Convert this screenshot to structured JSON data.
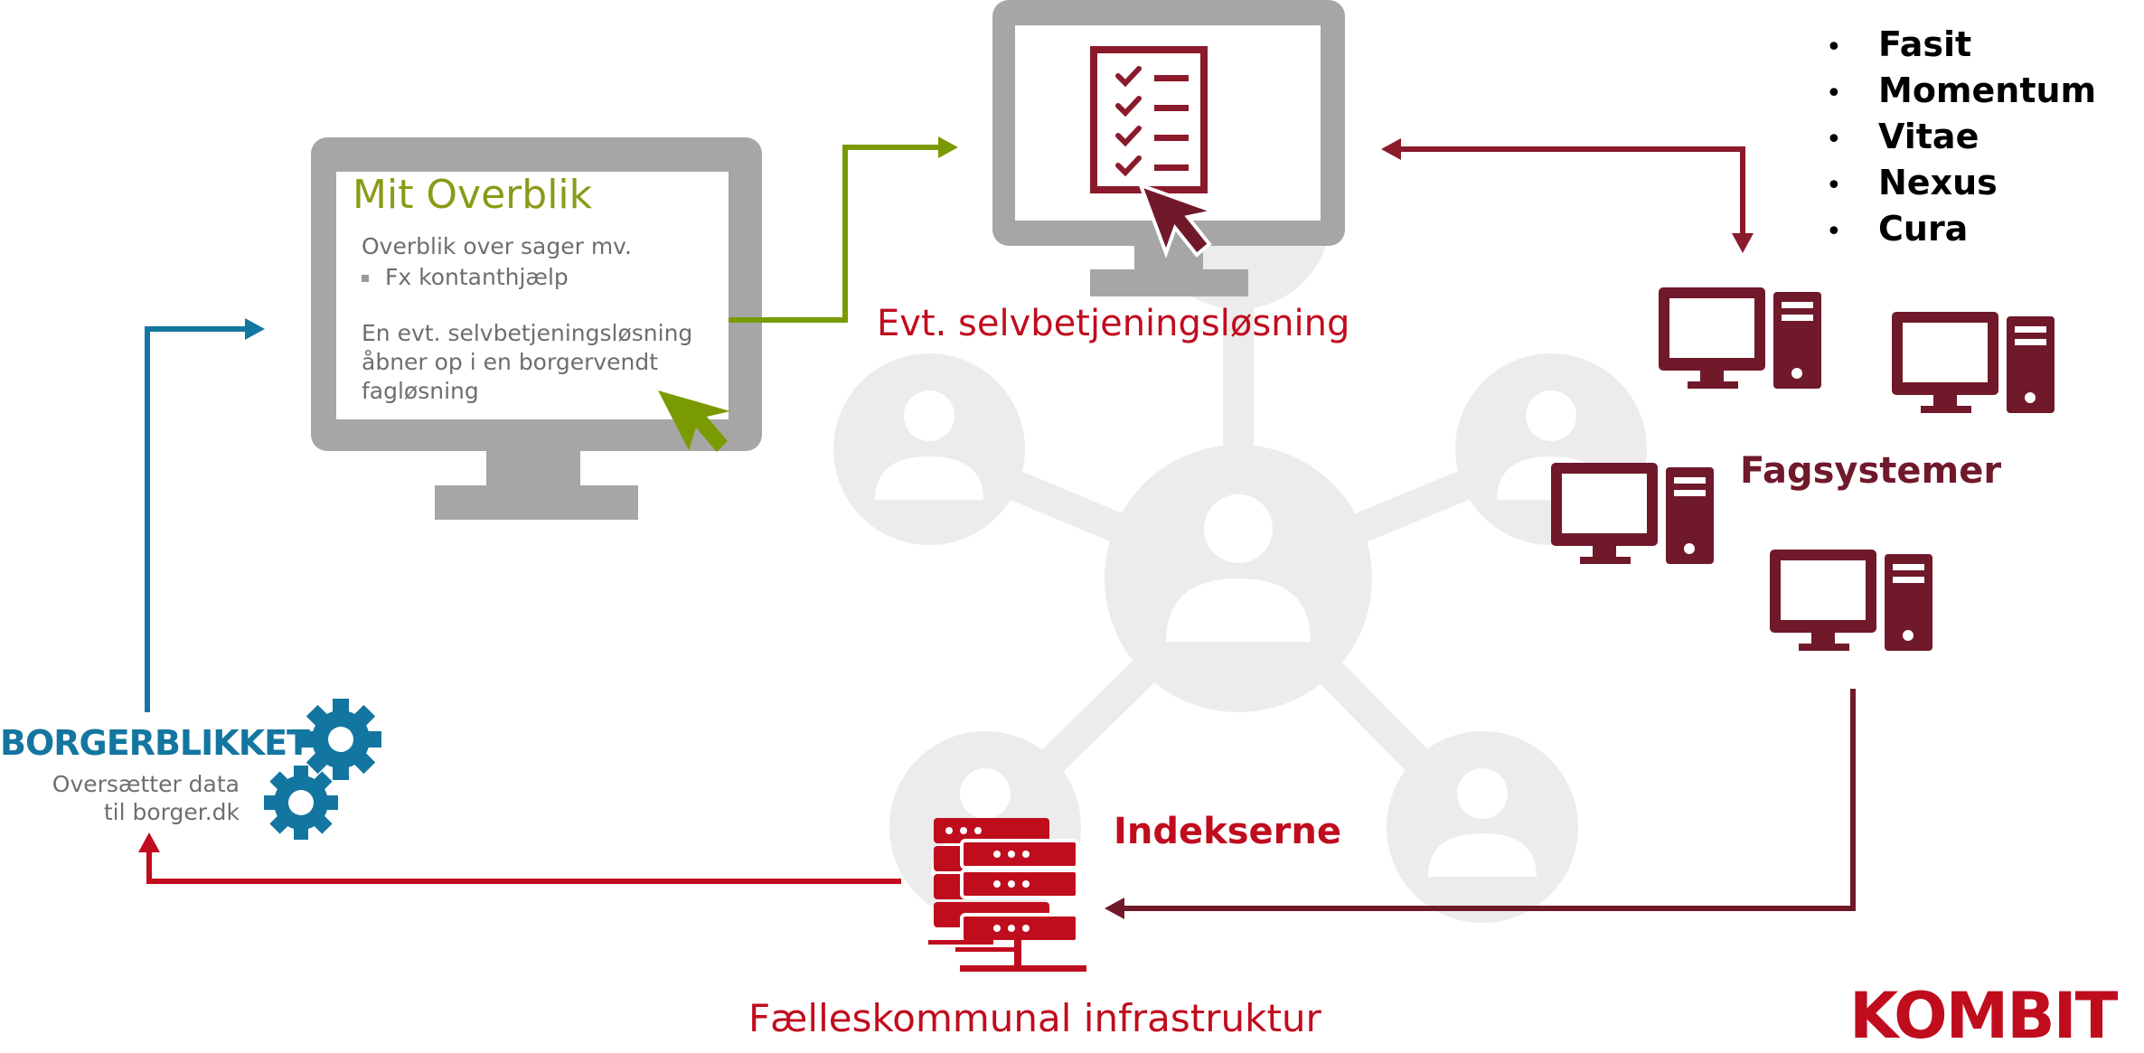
{
  "mit_overblik": {
    "title": "Mit Overblik",
    "line1": "Overblik over sager mv.",
    "bullet": "Fx kontanthjælp",
    "line2": "En evt. selvbetjeningsløsning",
    "line3": "åbner op i en borgervendt",
    "line4": "fagløsning"
  },
  "selvbetjening_label": "Evt. selvbetjeningsløsning",
  "fagsystemer": {
    "label": "Fagsystemer",
    "list": [
      "Fasit",
      "Momentum",
      "Vitae",
      "Nexus",
      "Cura"
    ]
  },
  "indekserne_label": "Indekserne",
  "infrastruktur_label": "Fælleskommunal infrastruktur",
  "borgerblikket": {
    "title": "BORGERBLIKKET",
    "sub1": "Oversætter data",
    "sub2": "til borger.dk"
  },
  "logo_text": "KOMBIT",
  "colors": {
    "green": "#7a9a01",
    "blue": "#1376a0",
    "red": "#c00d1e",
    "dark_red": "#70192b",
    "gray": "#a6a6a6",
    "network_gray": "#ececec"
  },
  "icons": [
    "monitor-icon",
    "checklist-icon",
    "cursor-icon",
    "server-icon",
    "gear-icon",
    "computer-icon",
    "person-icon"
  ]
}
